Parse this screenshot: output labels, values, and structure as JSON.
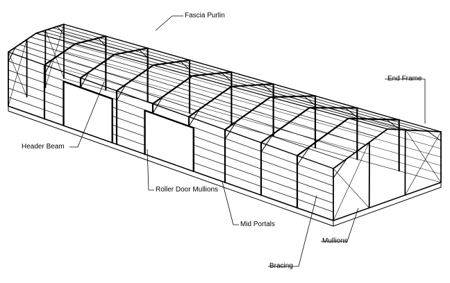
{
  "diagram": {
    "labels": {
      "fascia_purlin": "Fascia Purlin",
      "end_frame": "End Frame",
      "header_beam": "Header Beam",
      "roller_door_mullions": "Roller Door Mullions",
      "mid_portals": "Mid Portals",
      "mullions": "Mullions",
      "bracing": "Bracing"
    },
    "bay_count": 9,
    "colors": {
      "line": "#000000",
      "background": "#ffffff"
    }
  }
}
